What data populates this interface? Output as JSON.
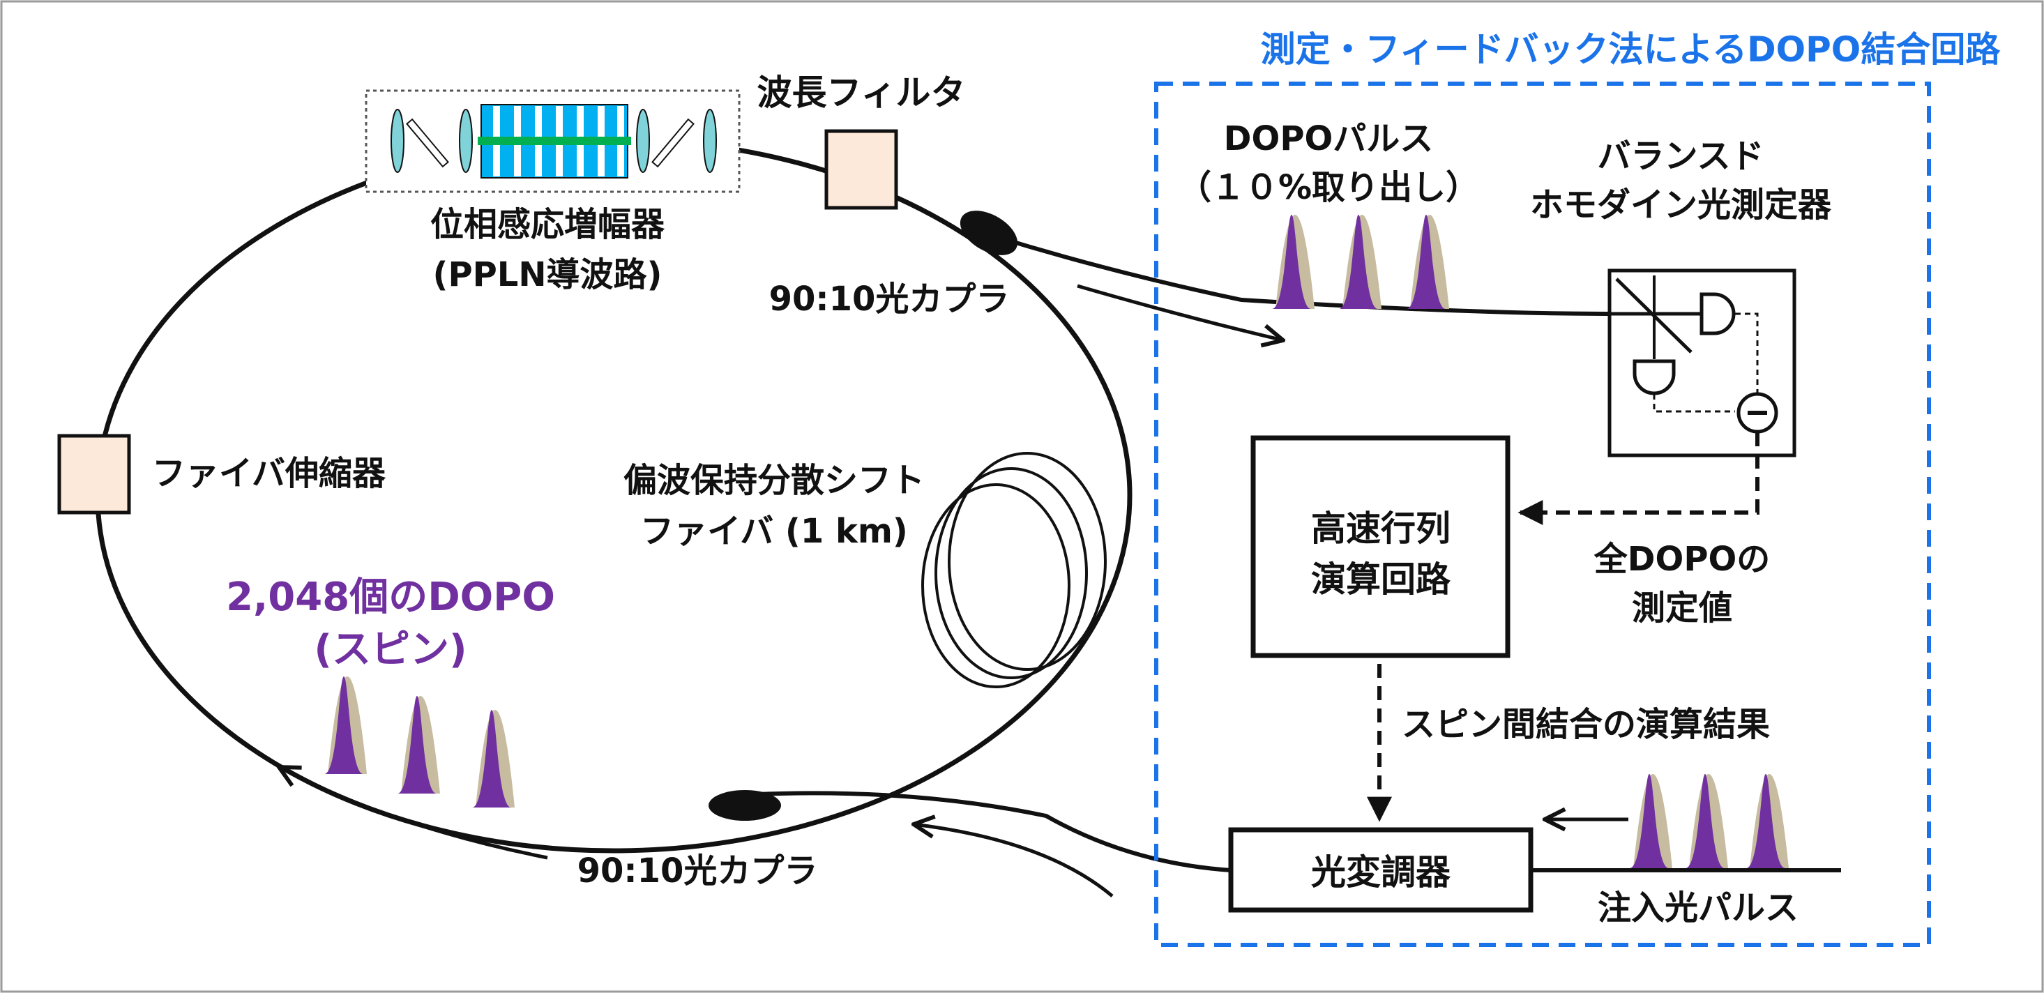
{
  "colors": {
    "accent_blue": "#1a73e8",
    "spin_purple": "#7030a0",
    "box_fill": "#fde9d9",
    "ppln_blue": "#00b0f0",
    "ppln_green": "#00b050",
    "lens_teal": "#7fd3d9",
    "pulse_shadow": "#c7bca0"
  },
  "labels": {
    "feedback_title": "測定・フィードバック法によるDOPO結合回路",
    "wavelength_filter": "波長フィルタ",
    "psa_line1": "位相感応増幅器",
    "psa_line2": "(PPLN導波路)",
    "coupler_top": "90:10光カプラ",
    "coupler_bottom": "90:10光カプラ",
    "fiber_stretcher": "ファイバ伸縮器",
    "pm_dsf_line1": "偏波保持分散シフト",
    "pm_dsf_line2": "ファイバ (1 km)",
    "dopo_count_line1": "2,048個のDOPO",
    "dopo_count_line2": "(スピン)",
    "dopo_pulse_line1": "DOPOパルス",
    "dopo_pulse_line2": "（１０%取り出し）",
    "bhd_line1": "バランスド",
    "bhd_line2": "ホモダイン光測定器",
    "fpga_line1": "高速行列",
    "fpga_line2": "演算回路",
    "all_dopo_line1": "全DOPOの",
    "all_dopo_line2": "測定値",
    "spin_coupling_result": "スピン間結合の演算結果",
    "modulator": "光変調器",
    "injection_pulse": "注入光パルス"
  },
  "icons": {
    "subtractor": "minus-circle-icon",
    "photodetector": "photodiode-icon",
    "beam_splitter": "beam-splitter-icon"
  }
}
